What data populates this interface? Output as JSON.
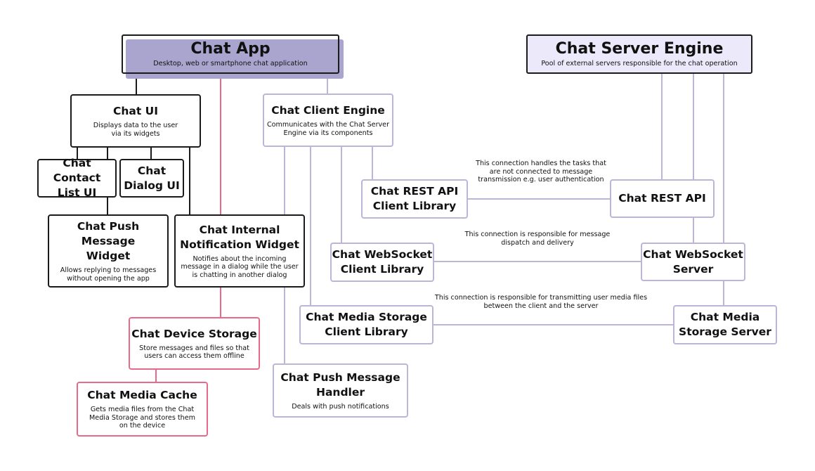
{
  "colors": {
    "dark_border": "#1b1b1b",
    "client_line": "#bdb4d6",
    "local_line": "#e8698a",
    "chat_app_fill": "#a9a5cf",
    "server_fill": "#ebe9fa"
  },
  "chat_app": {
    "title": "Chat App",
    "desc": "Desktop, web or smartphone chat application"
  },
  "server_engine": {
    "title": "Chat Server Engine",
    "desc": "Pool of external servers responsible for the chat operation"
  },
  "chat_ui": {
    "title": "Chat UI",
    "desc": "Displays data to the user\nvia its widgets"
  },
  "contact_list": {
    "title": "Chat Contact\nList UI"
  },
  "dialog_ui": {
    "title": "Chat\nDialog UI"
  },
  "push_widget": {
    "title": "Chat Push Message\nWidget",
    "desc": "Allows replying to messages\nwithout opening the app"
  },
  "notification_widget": {
    "title": "Chat Internal\nNotification Widget",
    "desc": "Notifies about the incoming\nmessage in a dialog while the user\nis chatting in another dialog"
  },
  "device_storage": {
    "title": "Chat Device Storage",
    "desc": "Store messages and files so that\nusers can access them offline"
  },
  "media_cache": {
    "title": "Chat Media Cache",
    "desc": "Gets media files from the Chat\nMedia Storage and stores them\non the device"
  },
  "client_engine": {
    "title": "Chat Client Engine",
    "desc": "Communicates with the Chat Server\nEngine via its components"
  },
  "rest_client": {
    "title": "Chat REST API\nClient Library"
  },
  "ws_client": {
    "title": "Chat WebSocket\nClient Library"
  },
  "media_client": {
    "title": "Chat Media Storage\nClient Library"
  },
  "push_handler": {
    "title": "Chat Push Message\nHandler",
    "desc": "Deals with push notifications"
  },
  "rest_server": {
    "title": "Chat REST API"
  },
  "ws_server": {
    "title": "Chat WebSocket\nServer"
  },
  "media_server": {
    "title": "Chat Media\nStorage Server"
  },
  "notes": {
    "rest": "This connection handles the tasks that\nare not connected to message\ntransmission e.g. user authentication",
    "ws": "This connection is responsible for message\ndispatch and delivery",
    "media": "This connection is responsible for transmitting user media files\nbetween the client and the server"
  }
}
